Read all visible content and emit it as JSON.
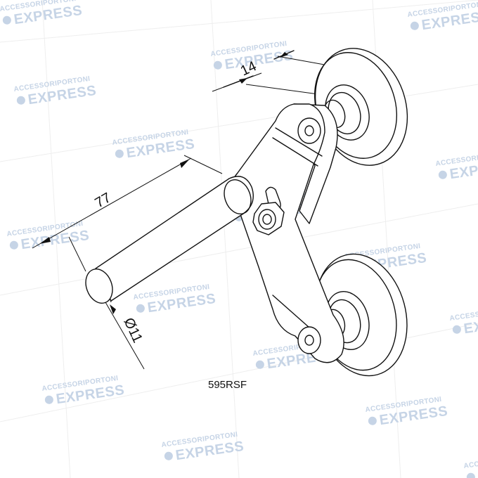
{
  "watermark": {
    "line1": "ACCESSORIPORTONI",
    "line2": "EXPRESS",
    "color": "#c6d4e6"
  },
  "dimensions": {
    "width_label": "14",
    "length_label": "77",
    "diameter_label": "Ø11"
  },
  "product": {
    "code": "595RSF"
  }
}
